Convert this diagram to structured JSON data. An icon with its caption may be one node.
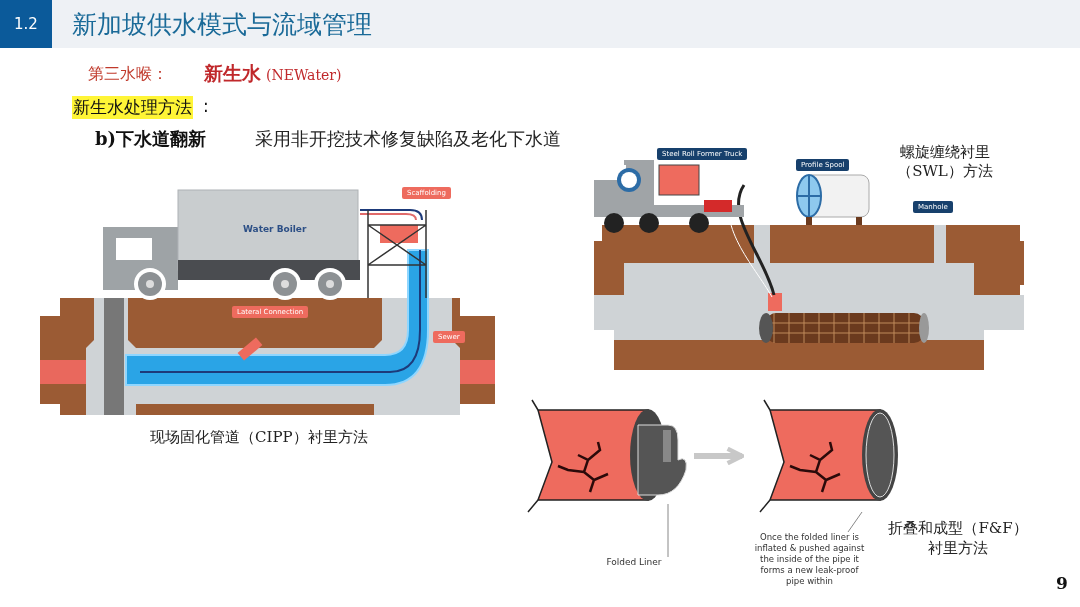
{
  "diagram": {
    "title": "新加坡供水模式与流域管理",
    "nodes": [
      {
        "text": [],
        "shape": "picture"
      },
      {
        "text": [],
        "shape": "picture"
      },
      {
        "text": [
          "Folded Liner"
        ]
      },
      {
        "text": [
          "Once the folded liner is inflated & pushed against the inside of the pipe it forms a new leak-proof pipe within"
        ]
      }
    ],
    "edges": [
      {
        "from": 0,
        "to": 1,
        "arrow": "to",
        "color": "#c8c8c8",
        "style": "thick"
      },
      {
        "from": 2,
        "to": 0,
        "arrow": "none"
      },
      {
        "from": 3,
        "to": 1,
        "arrow": "none"
      }
    ],
    "labels": [
      "1.2",
      "第三水喉：",
      "新生水",
      "(NEWater)",
      "新生水处理方法",
      ":",
      "b)下水道翻新",
      "采用非开挖技术修复缺陷及老化下水道",
      "Water Boiler",
      "Scaffolding",
      "Lateral Connection",
      "Sewer",
      "现场固化管道（CIPP）衬里方法",
      "Steel Roll Former Truck",
      "Profile Spool",
      "Manhole",
      "螺旋缠绕衬里（SWL）方法",
      "折叠和成型（F&F）衬里方法",
      "9"
    ]
  }
}
